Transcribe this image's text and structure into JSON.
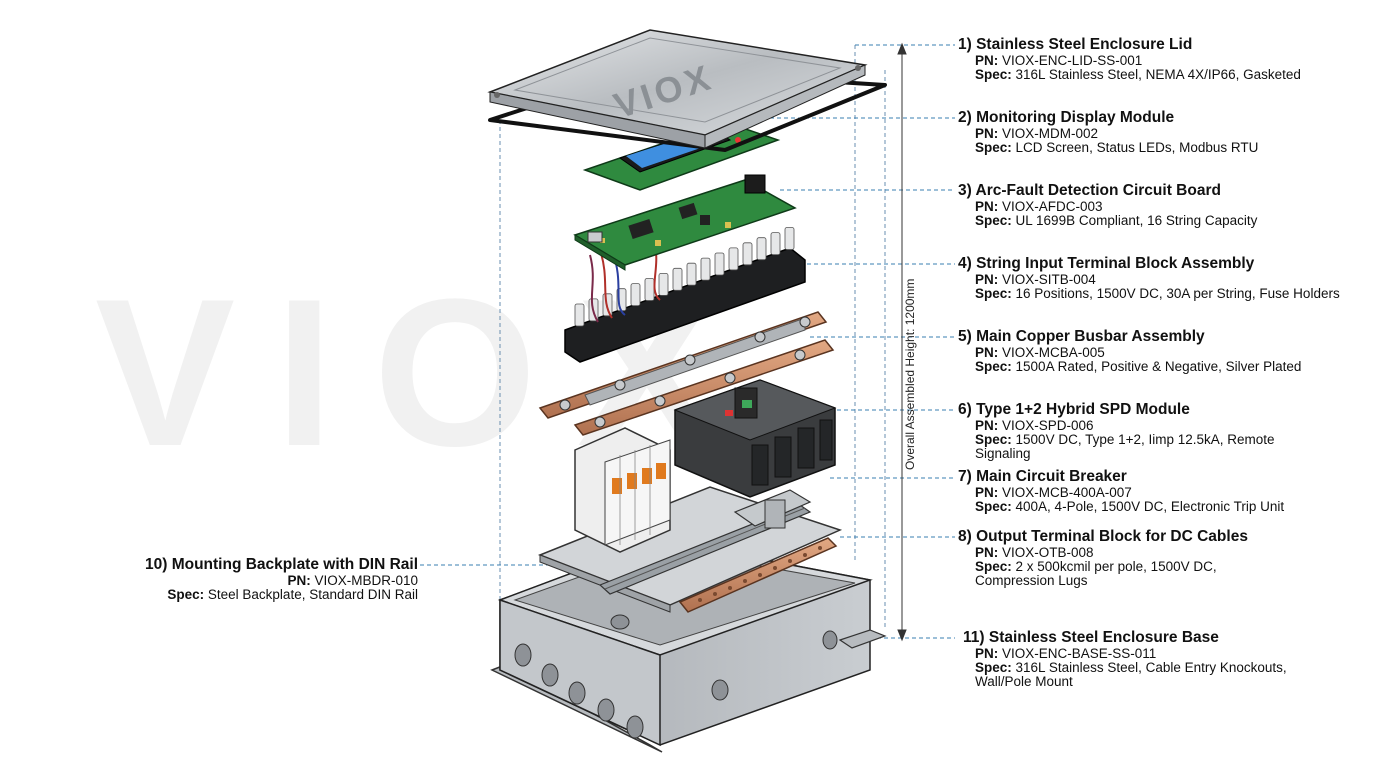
{
  "watermark": "VIOX",
  "brand": {
    "lid_logo": "VIOX"
  },
  "dimension": {
    "label": "Overall Assembled Height: 1200mm"
  },
  "callouts": [
    {
      "title": "1) Stainless Steel Enclosure Lid",
      "pn_label": "PN:",
      "pn": "VIOX-ENC-LID-SS-001",
      "spec_label": "Spec:",
      "spec": "316L Stainless Steel, NEMA 4X/IP66, Gasketed"
    },
    {
      "title": "2) Monitoring Display Module",
      "pn_label": "PN:",
      "pn": "VIOX-MDM-002",
      "spec_label": "Spec:",
      "spec": "LCD Screen, Status LEDs, Modbus RTU"
    },
    {
      "title": "3) Arc-Fault Detection Circuit Board",
      "pn_label": "PN:",
      "pn": "VIOX-AFDC-003",
      "spec_label": "Spec:",
      "spec": "UL 1699B Compliant, 16 String Capacity"
    },
    {
      "title": "4) String Input Terminal Block Assembly",
      "pn_label": "PN:",
      "pn": "VIOX-SITB-004",
      "spec_label": "Spec:",
      "spec": "16 Positions, 1500V DC, 30A per String, Fuse Holders"
    },
    {
      "title": "5) Main Copper Busbar Assembly",
      "pn_label": "PN:",
      "pn": "VIOX-MCBA-005",
      "spec_label": "Spec:",
      "spec": "1500A Rated, Positive & Negative, Silver Plated"
    },
    {
      "title": "6) Type 1+2 Hybrid SPD Module",
      "pn_label": "PN:",
      "pn": "VIOX-SPD-006",
      "spec_label": "Spec:",
      "spec": "1500V DC, Type 1+2, Iimp 12.5kA, Remote Signaling"
    },
    {
      "title": "7) Main Circuit Breaker",
      "pn_label": "PN:",
      "pn": "VIOX-MCB-400A-007",
      "spec_label": "Spec:",
      "spec": "400A, 4-Pole, 1500V DC, Electronic Trip Unit"
    },
    {
      "title": "8) Output Terminal Block for DC Cables",
      "pn_label": "PN:",
      "pn": "VIOX-OTB-008",
      "spec_label": "Spec:",
      "spec": "2 x 500kcmil per pole, 1500V DC, Compression Lugs"
    },
    {
      "title": "10) Mounting Backplate with DIN Rail",
      "pn_label": "PN:",
      "pn": "VIOX-MBDR-010",
      "spec_label": "Spec:",
      "spec": "Steel Backplate, Standard DIN Rail"
    },
    {
      "title": "11) Stainless Steel Enclosure Base",
      "pn_label": "PN:",
      "pn": "VIOX-ENC-BASE-SS-011",
      "spec_label": "Spec:",
      "spec": "316L Stainless Steel, Cable Entry Knockouts, Wall/Pole Mount"
    }
  ],
  "colors": {
    "steel": "#c9cccf",
    "pcb": "#2f8a3f",
    "lcd": "#3f8fe0",
    "copper": "#c98b62",
    "leader": "#3a7fb0",
    "breaker": "#3a3c3e",
    "spd_accent": "#e07a1e"
  }
}
